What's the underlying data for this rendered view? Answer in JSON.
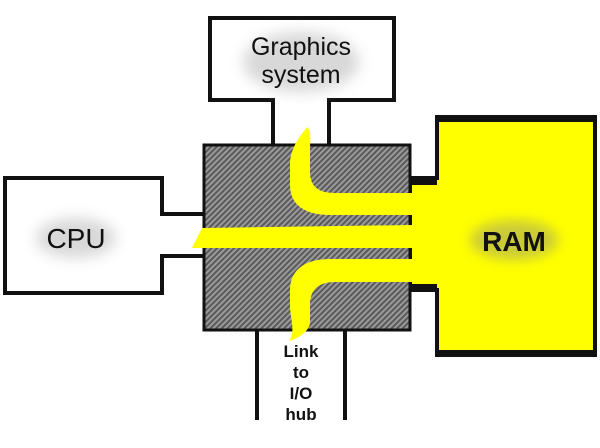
{
  "diagram": {
    "title": "Memory controller hub data paths",
    "colors": {
      "chip_fill": "#8c8c8c",
      "chip_hatch": "#5a5a5a",
      "flow": "#ffff00",
      "ram_fill": "#ffff00",
      "outline": "#111111",
      "box_fill": "#ffffff",
      "glow": "#bdbdbd"
    },
    "nodes": {
      "graphics": {
        "line1": "Graphics",
        "line2": "system"
      },
      "cpu": {
        "label": "CPU"
      },
      "ram": {
        "label": "RAM"
      },
      "io": {
        "line1": "Link",
        "line2": "to",
        "line3": "I/O",
        "line4": "hub"
      }
    }
  }
}
